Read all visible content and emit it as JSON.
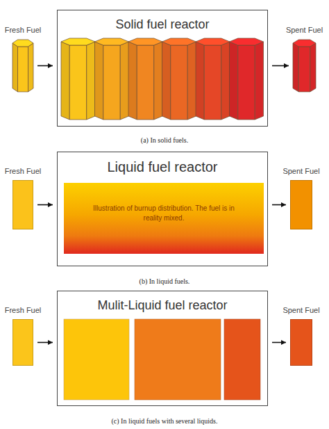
{
  "diagram": {
    "nodes": [
      {
        "text": [
          "Fresh Fuel"
        ]
      },
      {
        "text": [
          "Solid fuel reactor"
        ]
      },
      {
        "text": [
          "Spent Fuel"
        ]
      },
      {
        "text": [
          "Fresh Fuel"
        ]
      },
      {
        "text": [
          "Liquid fuel reactor"
        ]
      },
      {
        "text": [
          "Illustration of burnup distribution. The fuel is in reality mixed."
        ],
        "in": 4
      },
      {
        "text": [
          "Spent Fuel"
        ]
      },
      {
        "text": [
          "Fresh Fuel"
        ]
      },
      {
        "text": [
          "Mulit-Liquid fuel reactor"
        ]
      },
      {
        "text": [
          "Spent Fuel"
        ]
      }
    ],
    "edges": [
      {
        "from": 0,
        "to": 1,
        "arrow": "to"
      },
      {
        "from": 1,
        "to": 2,
        "arrow": "to"
      },
      {
        "from": 3,
        "to": 4,
        "arrow": "to"
      },
      {
        "from": 4,
        "to": 6,
        "arrow": "to"
      },
      {
        "from": 7,
        "to": 8,
        "arrow": "to"
      },
      {
        "from": 8,
        "to": 9,
        "arrow": "to"
      }
    ],
    "labels": [
      "(a) In solid fuels.",
      "(b) In liquid fuels.",
      "(c) In liquid fuels with several liquids."
    ]
  }
}
